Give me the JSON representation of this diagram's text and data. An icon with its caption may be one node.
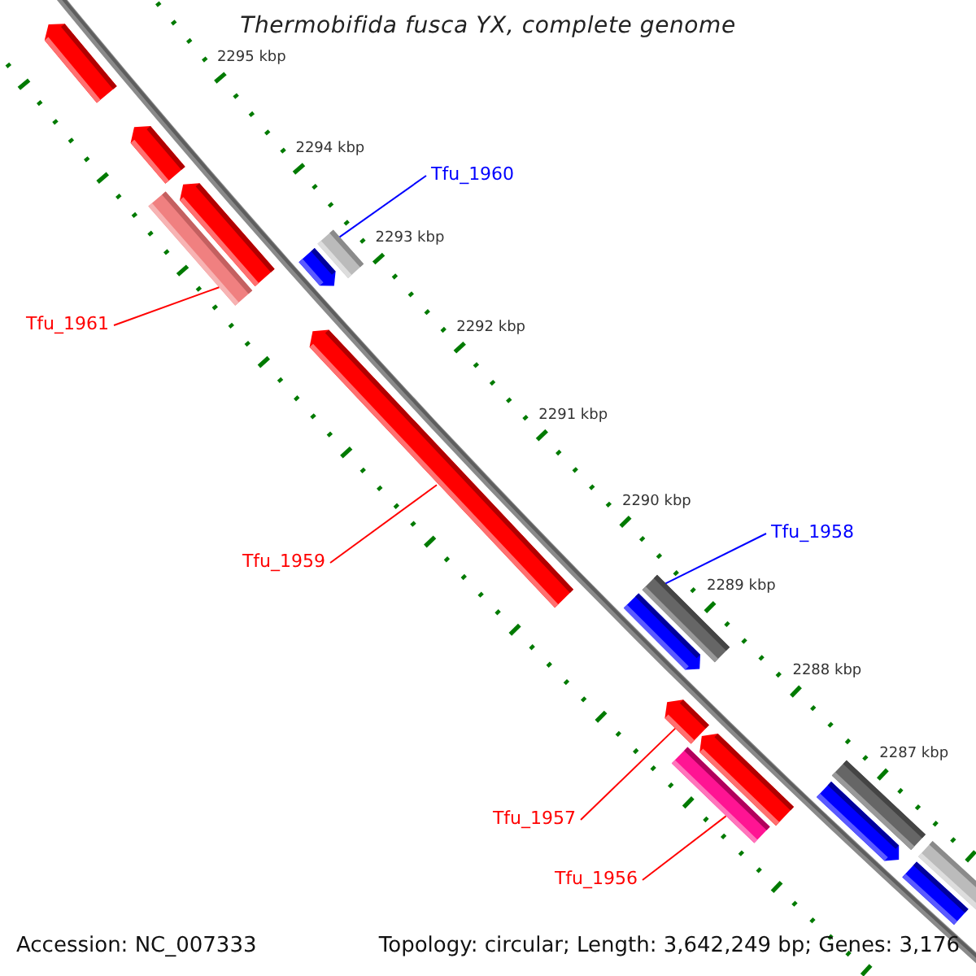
{
  "diagram": {
    "title": "Thermobifida fusca YX, complete genome",
    "nodes": [
      {
        "text": [
          "Tfu_1960"
        ]
      },
      {
        "text": [
          "Tfu_1961"
        ]
      },
      {
        "text": [
          "Tfu_1959"
        ]
      },
      {
        "text": [
          "Tfu_1958"
        ]
      },
      {
        "text": [
          "Tfu_1957"
        ]
      },
      {
        "text": [
          "Tfu_1956"
        ]
      },
      {
        "text": [],
        "shape": "arrow"
      },
      {
        "text": [],
        "shape": "arrow"
      },
      {
        "text": [],
        "shape": "bar"
      },
      {
        "text": [],
        "shape": "arrow"
      },
      {
        "text": [],
        "shape": "bar"
      },
      {
        "text": [],
        "shape": "arrow"
      },
      {
        "text": [],
        "shape": "arrow"
      },
      {
        "text": [],
        "shape": "bar"
      },
      {
        "text": [],
        "shape": "arrow"
      },
      {
        "text": [],
        "shape": "arrow"
      },
      {
        "text": [],
        "shape": "bar"
      },
      {
        "text": [],
        "shape": "arrow"
      },
      {
        "text": [],
        "shape": "bar"
      },
      {
        "text": [],
        "shape": "arrow"
      },
      {
        "text": [],
        "shape": "bar"
      },
      {
        "text": [],
        "shape": "bar"
      }
    ],
    "edges": [
      {
        "from": 0,
        "to": 10,
        "arrow": "none",
        "color": "#0000ff"
      },
      {
        "from": 1,
        "to": 8,
        "arrow": "none"
      },
      {
        "from": 2,
        "to": 12,
        "arrow": "none"
      },
      {
        "from": 3,
        "to": 13,
        "arrow": "none",
        "color": "#0000ff"
      },
      {
        "from": 4,
        "to": 15,
        "arrow": "none"
      },
      {
        "from": 5,
        "to": 16,
        "arrow": "none"
      }
    ],
    "labels": [
      "2295 kbp",
      "2294 kbp",
      "2293 kbp",
      "2292 kbp",
      "2291 kbp",
      "2290 kbp",
      "2289 kbp",
      "2288 kbp",
      "2287 kbp",
      "Accession: NC_007333",
      "Topology: circular; Length: 3,642,249 bp; Genes: 3,176"
    ]
  }
}
